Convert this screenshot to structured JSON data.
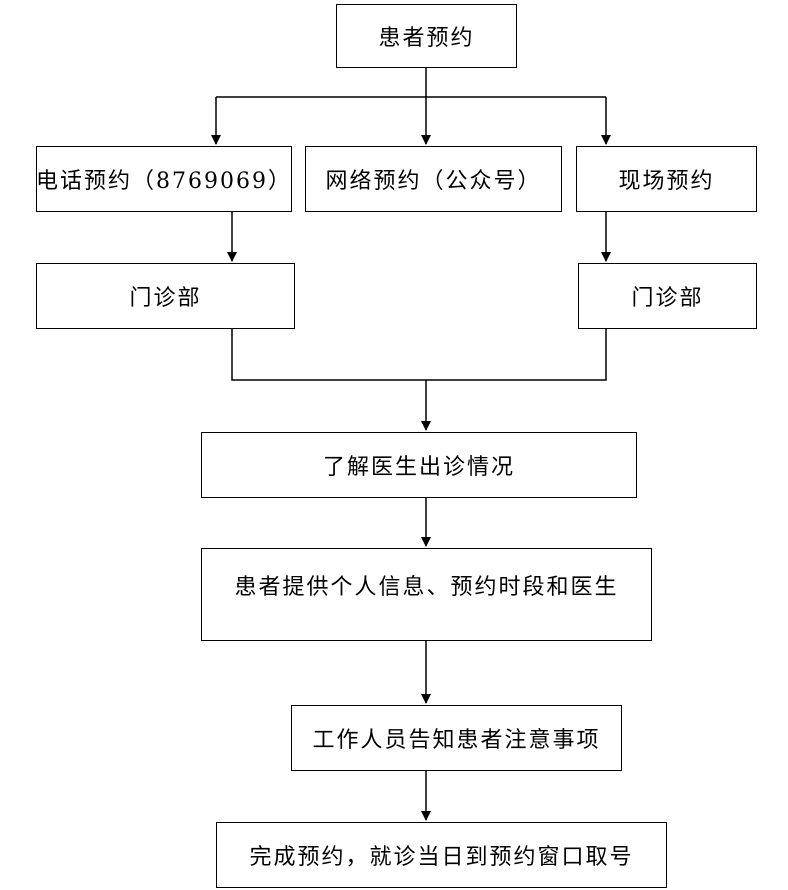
{
  "nodes": {
    "start": "患者预约",
    "phone": "电话预约（8769069）",
    "online": "网络预约（公众号）",
    "onsite": "现场预约",
    "clinic_left": "门诊部",
    "clinic_right": "门诊部",
    "doctor_info": "了解医生出诊情况",
    "provide_info": "患者提供个人信息、预约时段和医生",
    "notify": "工作人员告知患者注意事项",
    "finish": "完成预约，就诊当日到预约窗口取号"
  }
}
